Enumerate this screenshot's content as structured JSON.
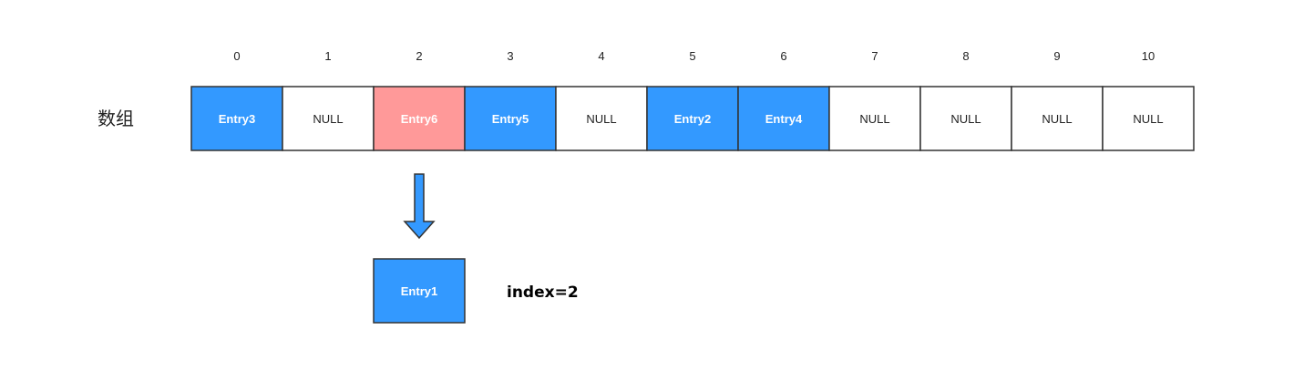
{
  "row_label": "数组",
  "indices": [
    "0",
    "1",
    "2",
    "3",
    "4",
    "5",
    "6",
    "7",
    "8",
    "9",
    "10"
  ],
  "cells": [
    {
      "label": "Entry3",
      "kind": "entry"
    },
    {
      "label": "NULL",
      "kind": "null"
    },
    {
      "label": "Entry6",
      "kind": "collision"
    },
    {
      "label": "Entry5",
      "kind": "entry"
    },
    {
      "label": "NULL",
      "kind": "null"
    },
    {
      "label": "Entry2",
      "kind": "entry"
    },
    {
      "label": "Entry4",
      "kind": "entry"
    },
    {
      "label": "NULL",
      "kind": "null"
    },
    {
      "label": "NULL",
      "kind": "null"
    },
    {
      "label": "NULL",
      "kind": "null"
    },
    {
      "label": "NULL",
      "kind": "null"
    }
  ],
  "incoming": {
    "label": "Entry1",
    "target_index": 2,
    "note": "index=2"
  },
  "colors": {
    "entry": "#3399ff",
    "collision": "#ff9999",
    "null": "#ffffff",
    "border": "#333333",
    "arrow": "#3399ff"
  }
}
